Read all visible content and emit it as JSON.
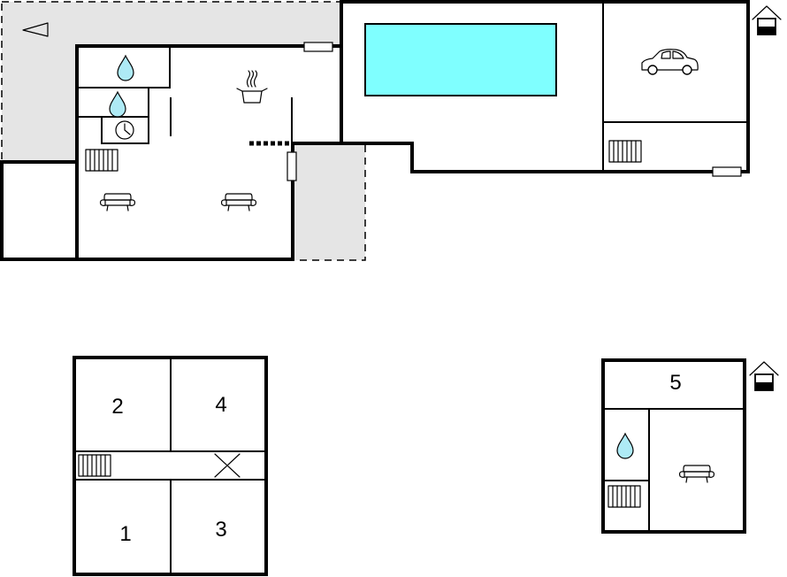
{
  "colors": {
    "wall": "#000000",
    "terrace": "#e5e5e5",
    "pool": "#7fffff",
    "water_drop": "#aeeaf5",
    "background": "#ffffff"
  },
  "icons": [
    "water-drop-icon",
    "clock-icon",
    "cooking-pot-icon",
    "radiator-icon",
    "sofa-icon",
    "car-icon",
    "house-entrance-icon",
    "triangle-marker-icon",
    "window-icon",
    "crossed-square-icon"
  ],
  "rooms": {
    "room_1": "1",
    "room_2": "2",
    "room_3": "3",
    "room_4": "4",
    "room_5": "5"
  }
}
